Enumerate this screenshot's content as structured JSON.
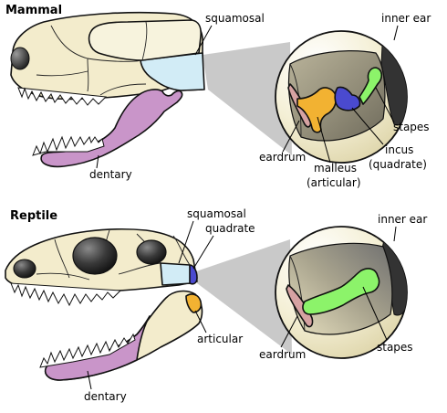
{
  "mammal": {
    "title": "Mammal",
    "labels": {
      "squamosal": "squamosal",
      "dentary": "dentary",
      "inner_ear": "inner ear",
      "stapes": "stapes",
      "eardrum": "eardrum",
      "malleus_1": "malleus",
      "malleus_2": "(articular)",
      "incus_1": "incus",
      "incus_2": "(quadrate)"
    }
  },
  "reptile": {
    "title": "Reptile",
    "labels": {
      "squamosal": "squamosal",
      "quadrate": "quadrate",
      "articular": "articular",
      "dentary": "dentary",
      "inner_ear": "inner ear",
      "eardrum": "eardrum",
      "stapes": "stapes"
    }
  },
  "colors": {
    "skull": "#f3eccc",
    "dentary": "#c995c9",
    "squamosal": "#d2ecf6",
    "quadrate": "#4a4acf",
    "articular": "#f2b232",
    "stapes": "#8cf36a",
    "eardrum": "#d6a2a2",
    "zoom_wedge": "#c9c9c9",
    "eye": "#2a2a2a"
  }
}
